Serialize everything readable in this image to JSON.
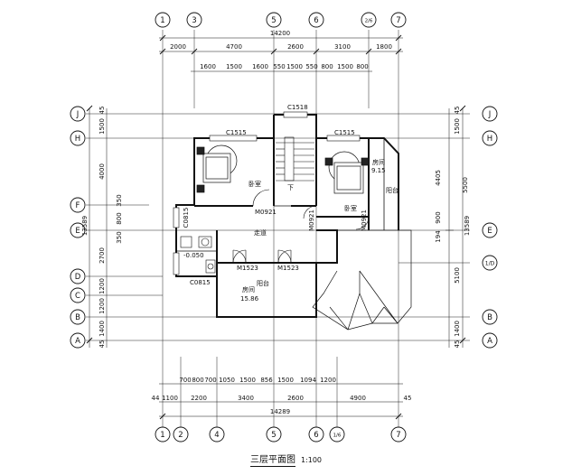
{
  "drawing": {
    "title": "三层平面图",
    "scale": "1:100"
  },
  "grid": {
    "top": [
      "1",
      "3",
      "5",
      "6",
      "2/6",
      "7"
    ],
    "bottom": [
      "1",
      "2",
      "4",
      "5",
      "6",
      "1/6",
      "7"
    ],
    "left": [
      "J",
      "H",
      "F",
      "E",
      "D",
      "C",
      "B",
      "A"
    ],
    "right": [
      "J",
      "H",
      "E",
      "1/D",
      "B",
      "A"
    ]
  },
  "dims": {
    "top_total": "14200",
    "top_row1": [
      "2000",
      "4700",
      "2600",
      "3100",
      "1800"
    ],
    "top_row2": [
      "1600",
      "1500",
      "1600",
      "550",
      "1500",
      "550",
      "800",
      "1500",
      "800"
    ],
    "bottom_row1": [
      "700",
      "800",
      "700",
      "1050",
      "1500",
      "856",
      "1500",
      "1094",
      "1200"
    ],
    "bottom_row2": [
      "44",
      "1100",
      "2200",
      "3400",
      "2600",
      "4900",
      "45"
    ],
    "bottom_total": "14289",
    "left_outer": "13589",
    "left_inner": [
      "45",
      "1500",
      "4000",
      "350",
      "800",
      "350",
      "2700",
      "1200",
      "1200",
      "1400",
      "45"
    ],
    "right_outer": "13589",
    "right_inner": [
      "45",
      "1500",
      "5500",
      "4405",
      "900",
      "194",
      "5100",
      "1400",
      "45"
    ]
  },
  "labels": {
    "win_c1518": "C1518",
    "win_c1515a": "C1515",
    "win_c1515b": "C1515",
    "win_c0815a": "C0815",
    "win_c0815b": "C0815",
    "door_m0921a": "M0921",
    "door_m0921b": "M0921",
    "door_m0921c": "M0921",
    "door_m1523a": "M1523",
    "door_m1523b": "M1523",
    "room_bed1": "卧室",
    "room_bed2": "卧室",
    "room_corridor": "走道",
    "room_area1_name": "房间",
    "room_area1_value": "9.15",
    "room_balcony1": "阳台",
    "room_area2_name": "房间",
    "room_area2_value": "15.86",
    "room_balcony2": "阳台",
    "level": "-0.050",
    "stair_down": "下"
  }
}
